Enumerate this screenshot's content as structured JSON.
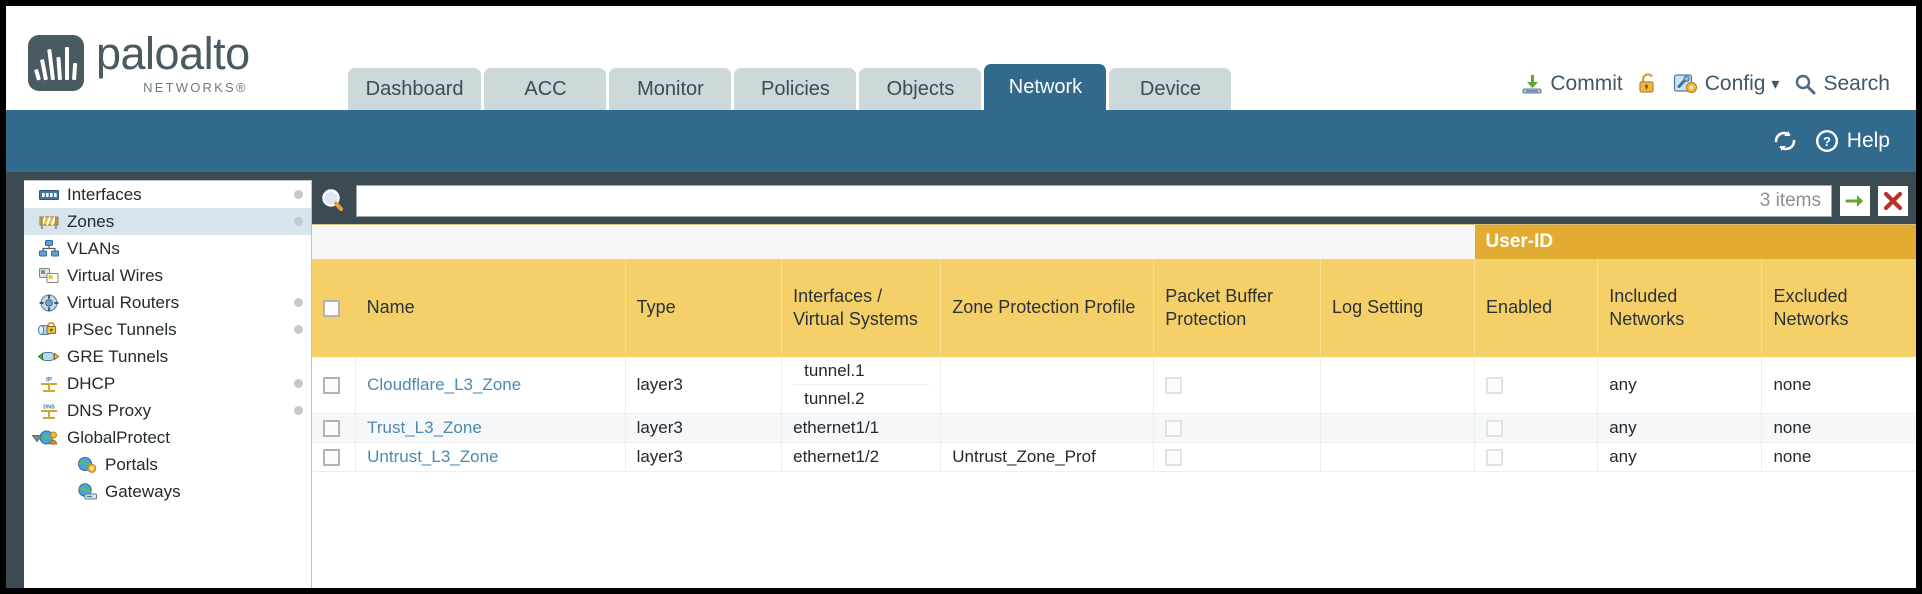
{
  "brand": {
    "name": "paloalto",
    "sub": "NETWORKS®",
    "logo_icon": "paloalto-logo-icon"
  },
  "nav": {
    "tabs": [
      {
        "label": "Dashboard",
        "active": false
      },
      {
        "label": "ACC",
        "active": false
      },
      {
        "label": "Monitor",
        "active": false
      },
      {
        "label": "Policies",
        "active": false
      },
      {
        "label": "Objects",
        "active": false
      },
      {
        "label": "Network",
        "active": true
      },
      {
        "label": "Device",
        "active": false
      }
    ]
  },
  "top_actions": {
    "commit": {
      "label": "Commit",
      "icon": "commit-icon"
    },
    "lock": {
      "label": "",
      "icon": "lock-icon"
    },
    "config": {
      "label": "Config",
      "icon": "config-wrench-icon",
      "caret": "▾"
    },
    "search": {
      "label": "Search",
      "icon": "search-icon"
    }
  },
  "blue_strip": {
    "refresh": {
      "label": "",
      "icon": "refresh-icon"
    },
    "help": {
      "label": "Help",
      "icon": "help-icon"
    }
  },
  "sidebar": {
    "items": [
      {
        "label": "Interfaces",
        "icon": "interfaces-icon",
        "selected": false,
        "dot": true,
        "child": false,
        "twisty": ""
      },
      {
        "label": "Zones",
        "icon": "zones-icon",
        "selected": true,
        "dot": true,
        "child": false,
        "twisty": ""
      },
      {
        "label": "VLANs",
        "icon": "vlans-icon",
        "selected": false,
        "dot": false,
        "child": false,
        "twisty": ""
      },
      {
        "label": "Virtual Wires",
        "icon": "virtual-wires-icon",
        "selected": false,
        "dot": false,
        "child": false,
        "twisty": ""
      },
      {
        "label": "Virtual Routers",
        "icon": "virtual-routers-icon",
        "selected": false,
        "dot": true,
        "child": false,
        "twisty": ""
      },
      {
        "label": "IPSec Tunnels",
        "icon": "ipsec-tunnels-icon",
        "selected": false,
        "dot": true,
        "child": false,
        "twisty": ""
      },
      {
        "label": "GRE Tunnels",
        "icon": "gre-tunnels-icon",
        "selected": false,
        "dot": false,
        "child": false,
        "twisty": ""
      },
      {
        "label": "DHCP",
        "icon": "dhcp-icon",
        "selected": false,
        "dot": true,
        "child": false,
        "twisty": ""
      },
      {
        "label": "DNS Proxy",
        "icon": "dns-proxy-icon",
        "selected": false,
        "dot": true,
        "child": false,
        "twisty": ""
      },
      {
        "label": "GlobalProtect",
        "icon": "globalprotect-icon",
        "selected": false,
        "dot": false,
        "child": false,
        "twisty": "expanded"
      },
      {
        "label": "Portals",
        "icon": "portals-icon",
        "selected": false,
        "dot": false,
        "child": true,
        "twisty": ""
      },
      {
        "label": "Gateways",
        "icon": "gateways-icon",
        "selected": false,
        "dot": false,
        "child": true,
        "twisty": ""
      }
    ]
  },
  "filter_bar": {
    "search_icon": "search-icon",
    "value": "",
    "placeholder": "",
    "item_count": "3 items",
    "apply_icon": "green-arrow-icon",
    "clear_icon": "red-x-icon"
  },
  "table": {
    "group_header": {
      "label": "User-ID",
      "color": "#e2ac33"
    },
    "header_color": "#f5d069",
    "columns": [
      "Name",
      "Type",
      "Interfaces / Virtual Systems",
      "Zone Protection Profile",
      "Packet Buffer Protection",
      "Log Setting",
      "Enabled",
      "Included Networks",
      "Excluded Networks"
    ],
    "rows": [
      {
        "selected": false,
        "name": "Cloudflare_L3_Zone",
        "type": "layer3",
        "interfaces": [
          "tunnel.1",
          "tunnel.2"
        ],
        "zone_protection_profile": "",
        "packet_buffer_protection": false,
        "log_setting": "",
        "userid_enabled": false,
        "included_networks": "any",
        "excluded_networks": "none"
      },
      {
        "selected": false,
        "name": "Trust_L3_Zone",
        "type": "layer3",
        "interfaces": [
          "ethernet1/1"
        ],
        "zone_protection_profile": "",
        "packet_buffer_protection": false,
        "log_setting": "",
        "userid_enabled": false,
        "included_networks": "any",
        "excluded_networks": "none"
      },
      {
        "selected": false,
        "name": "Untrust_L3_Zone",
        "type": "layer3",
        "interfaces": [
          "ethernet1/2"
        ],
        "zone_protection_profile": "Untrust_Zone_Prof",
        "packet_buffer_protection": false,
        "log_setting": "",
        "userid_enabled": false,
        "included_networks": "any",
        "excluded_networks": "none"
      }
    ]
  },
  "colors": {
    "brand_blue": "#316a8c",
    "tab_inactive": "#ccd8da",
    "header_amber": "#f5d069",
    "group_amber": "#e2ac33",
    "link_blue": "#4a8ab0",
    "body_dark": "#3c4a52",
    "sidebar_selected": "#d7e4ec"
  }
}
